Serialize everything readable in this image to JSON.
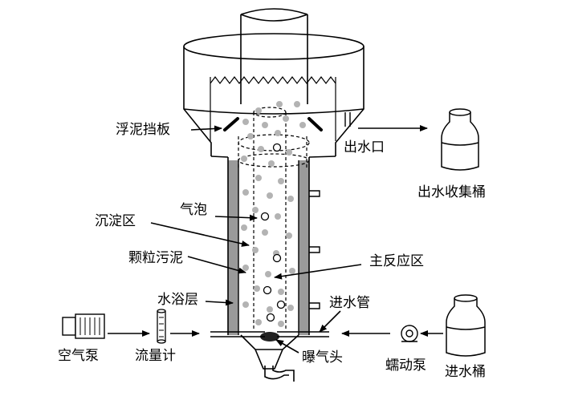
{
  "labels": {
    "scum_baffle": "浮泥挡板",
    "water_outlet": "出水口",
    "effluent_bucket": "出水收集桶",
    "bubble": "气泡",
    "settling_zone": "沉淀区",
    "granular_sludge": "颗粒污泥",
    "main_reaction_zone": "主反应区",
    "water_bath_layer": "水浴层",
    "inlet_pipe": "进水管",
    "air_pump": "空气泵",
    "flow_meter": "流量计",
    "aeration_head": "曝气头",
    "peristaltic_pump": "蠕动泵",
    "influent_bucket": "进水桶"
  },
  "colors": {
    "line": "#000000",
    "water_bath": "#9a9a9a",
    "sludge_particle": "#b3b3b3"
  }
}
